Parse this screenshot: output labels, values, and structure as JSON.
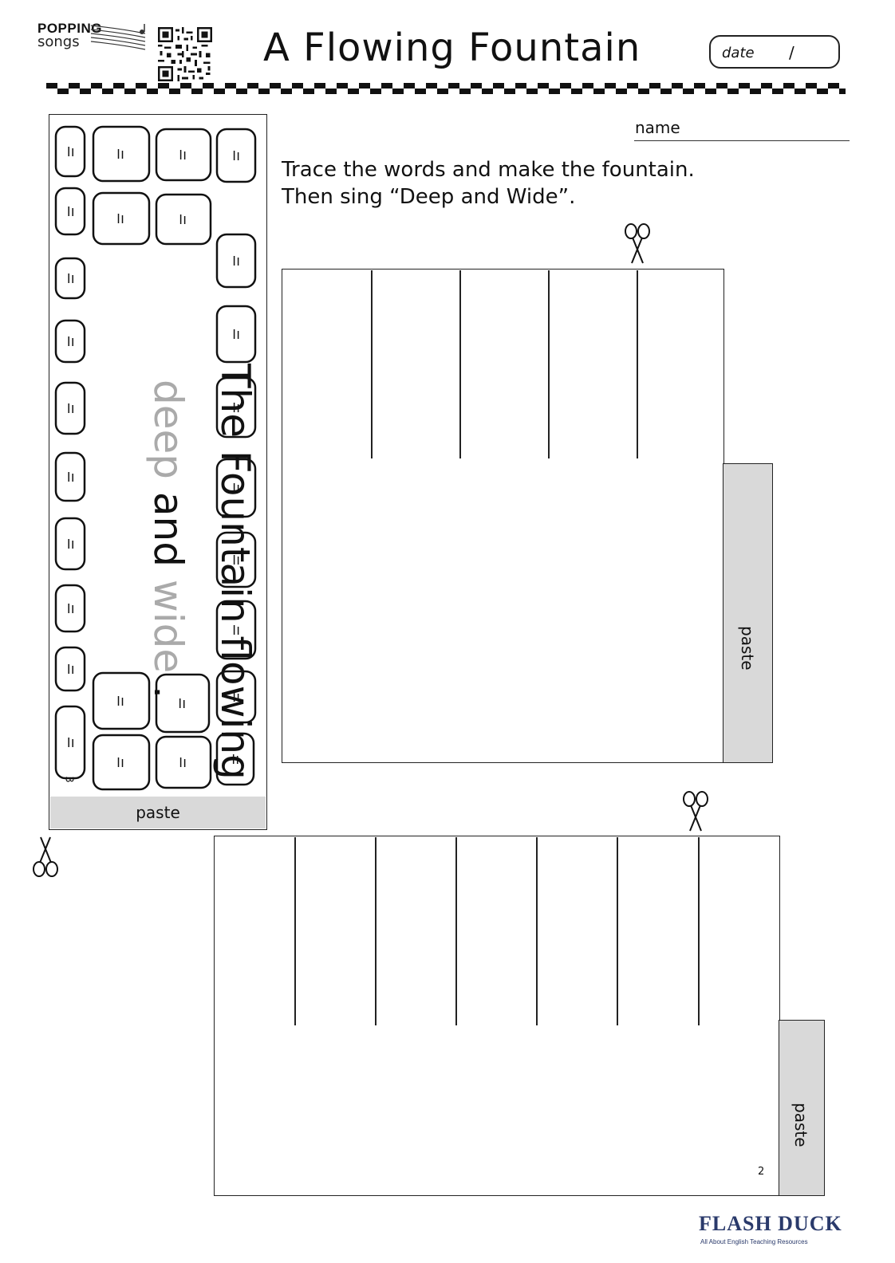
{
  "brand": {
    "line1": "POPPING",
    "line2": "songs"
  },
  "title": "A Flowing Fountain",
  "date": {
    "label": "date",
    "separator": "/"
  },
  "name_label": "name",
  "instructions": [
    "Trace the words and make the fountain.",
    "Then sing “Deep and Wide”."
  ],
  "strip": {
    "line1": "The Fountain flowing",
    "line2_words": [
      "deep",
      "and",
      "wide",
      "."
    ],
    "paste_label": "paste",
    "page_number": "3"
  },
  "panel1": {
    "paste_label": "paste"
  },
  "panel2": {
    "paste_label": "paste",
    "page_number": "2"
  },
  "footer": {
    "brand": "FLASH DUCK",
    "tagline": "All About English Teaching Resources"
  },
  "colors": {
    "ink": "#111111",
    "paste_grey": "#d9d9d9",
    "trace_grey": "#aaaaaa",
    "footer_blue": "#2a3a6b"
  }
}
